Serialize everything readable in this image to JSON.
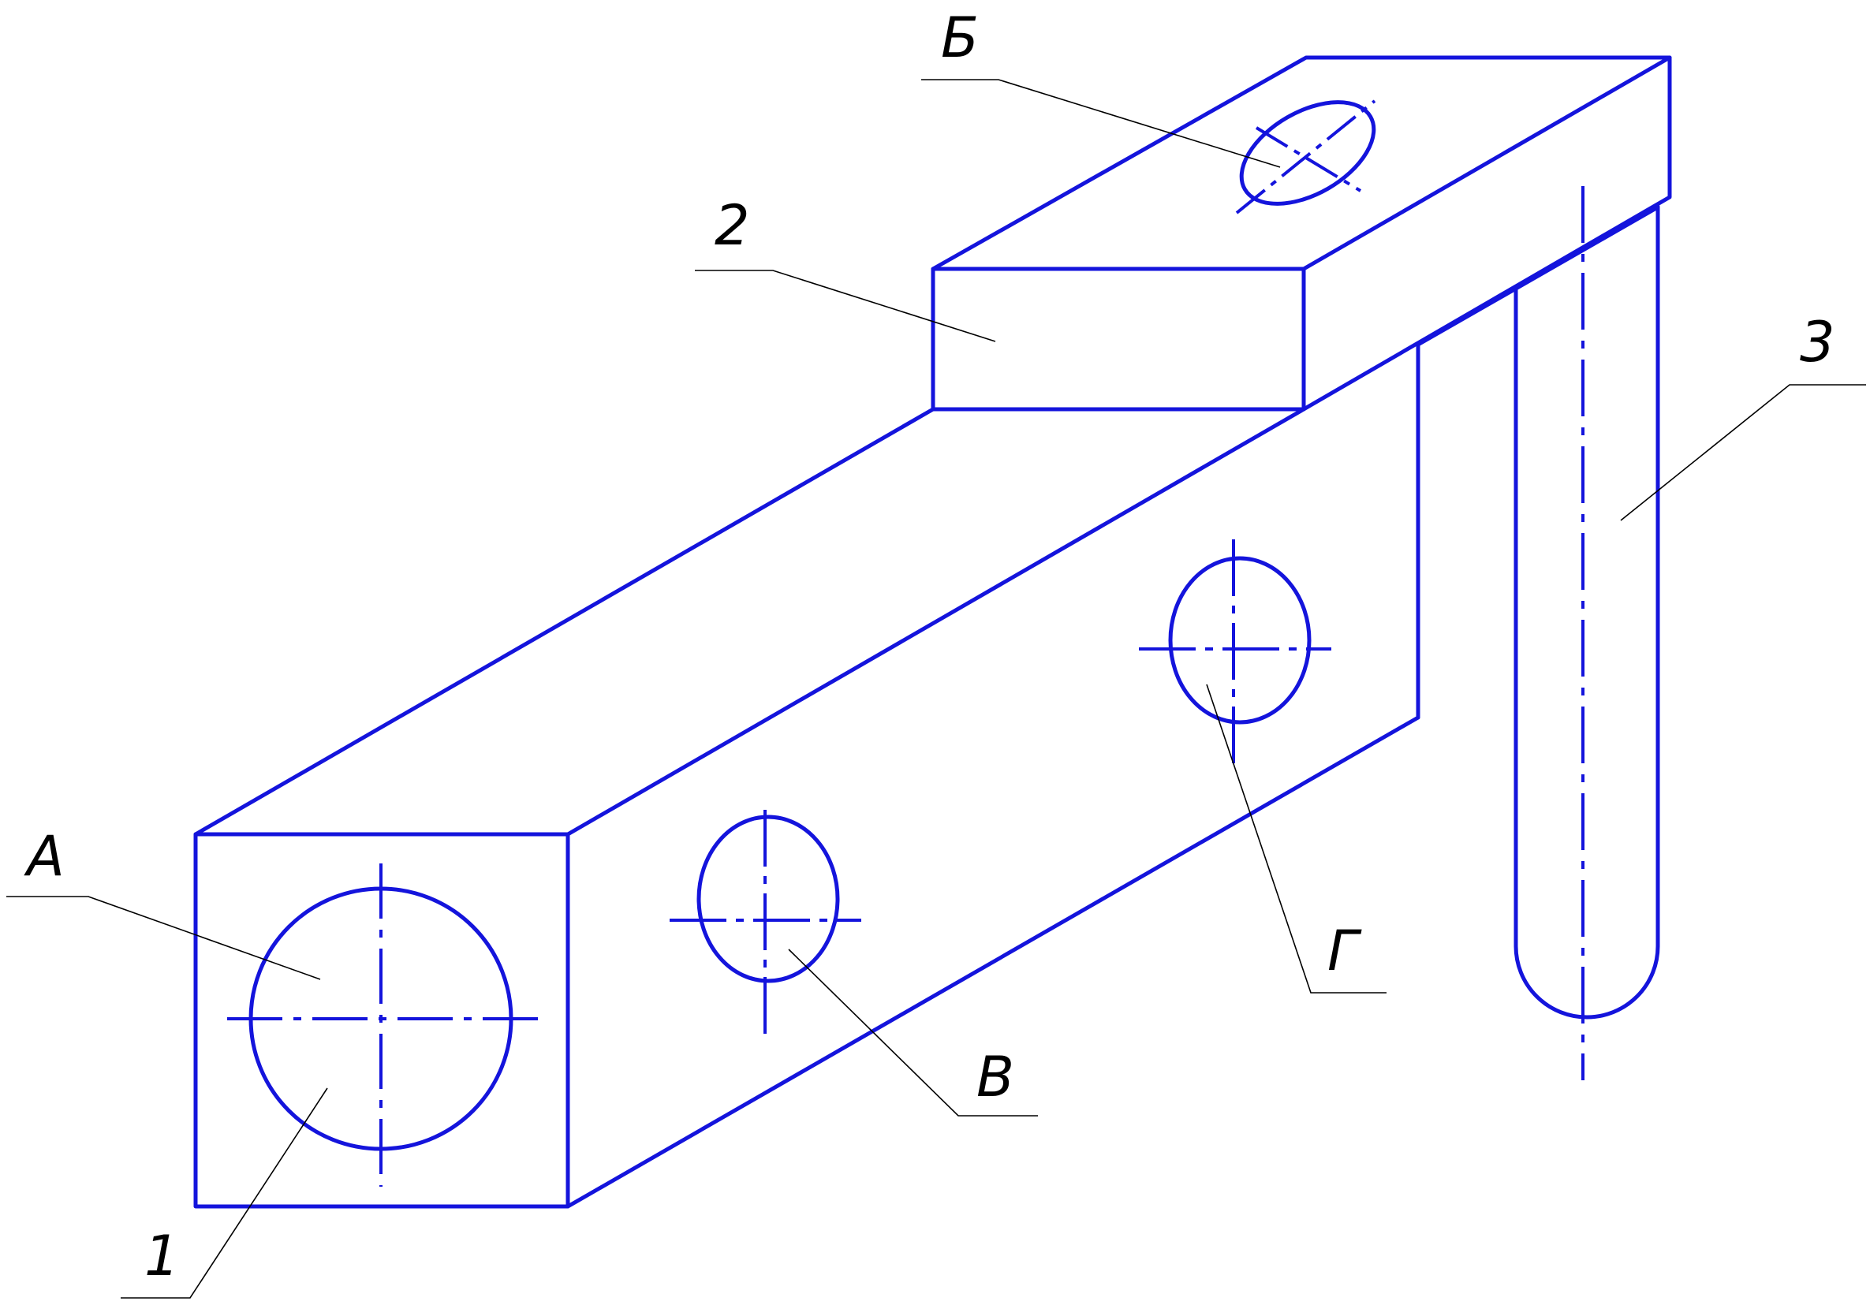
{
  "labels": {
    "A": "А",
    "B": "Б",
    "V": "В",
    "G": "Г",
    "n1": "1",
    "n2": "2",
    "n3": "3"
  },
  "colors": {
    "part_edges": "#1414dc",
    "leaders": "#000000",
    "background": "#ffffff"
  }
}
